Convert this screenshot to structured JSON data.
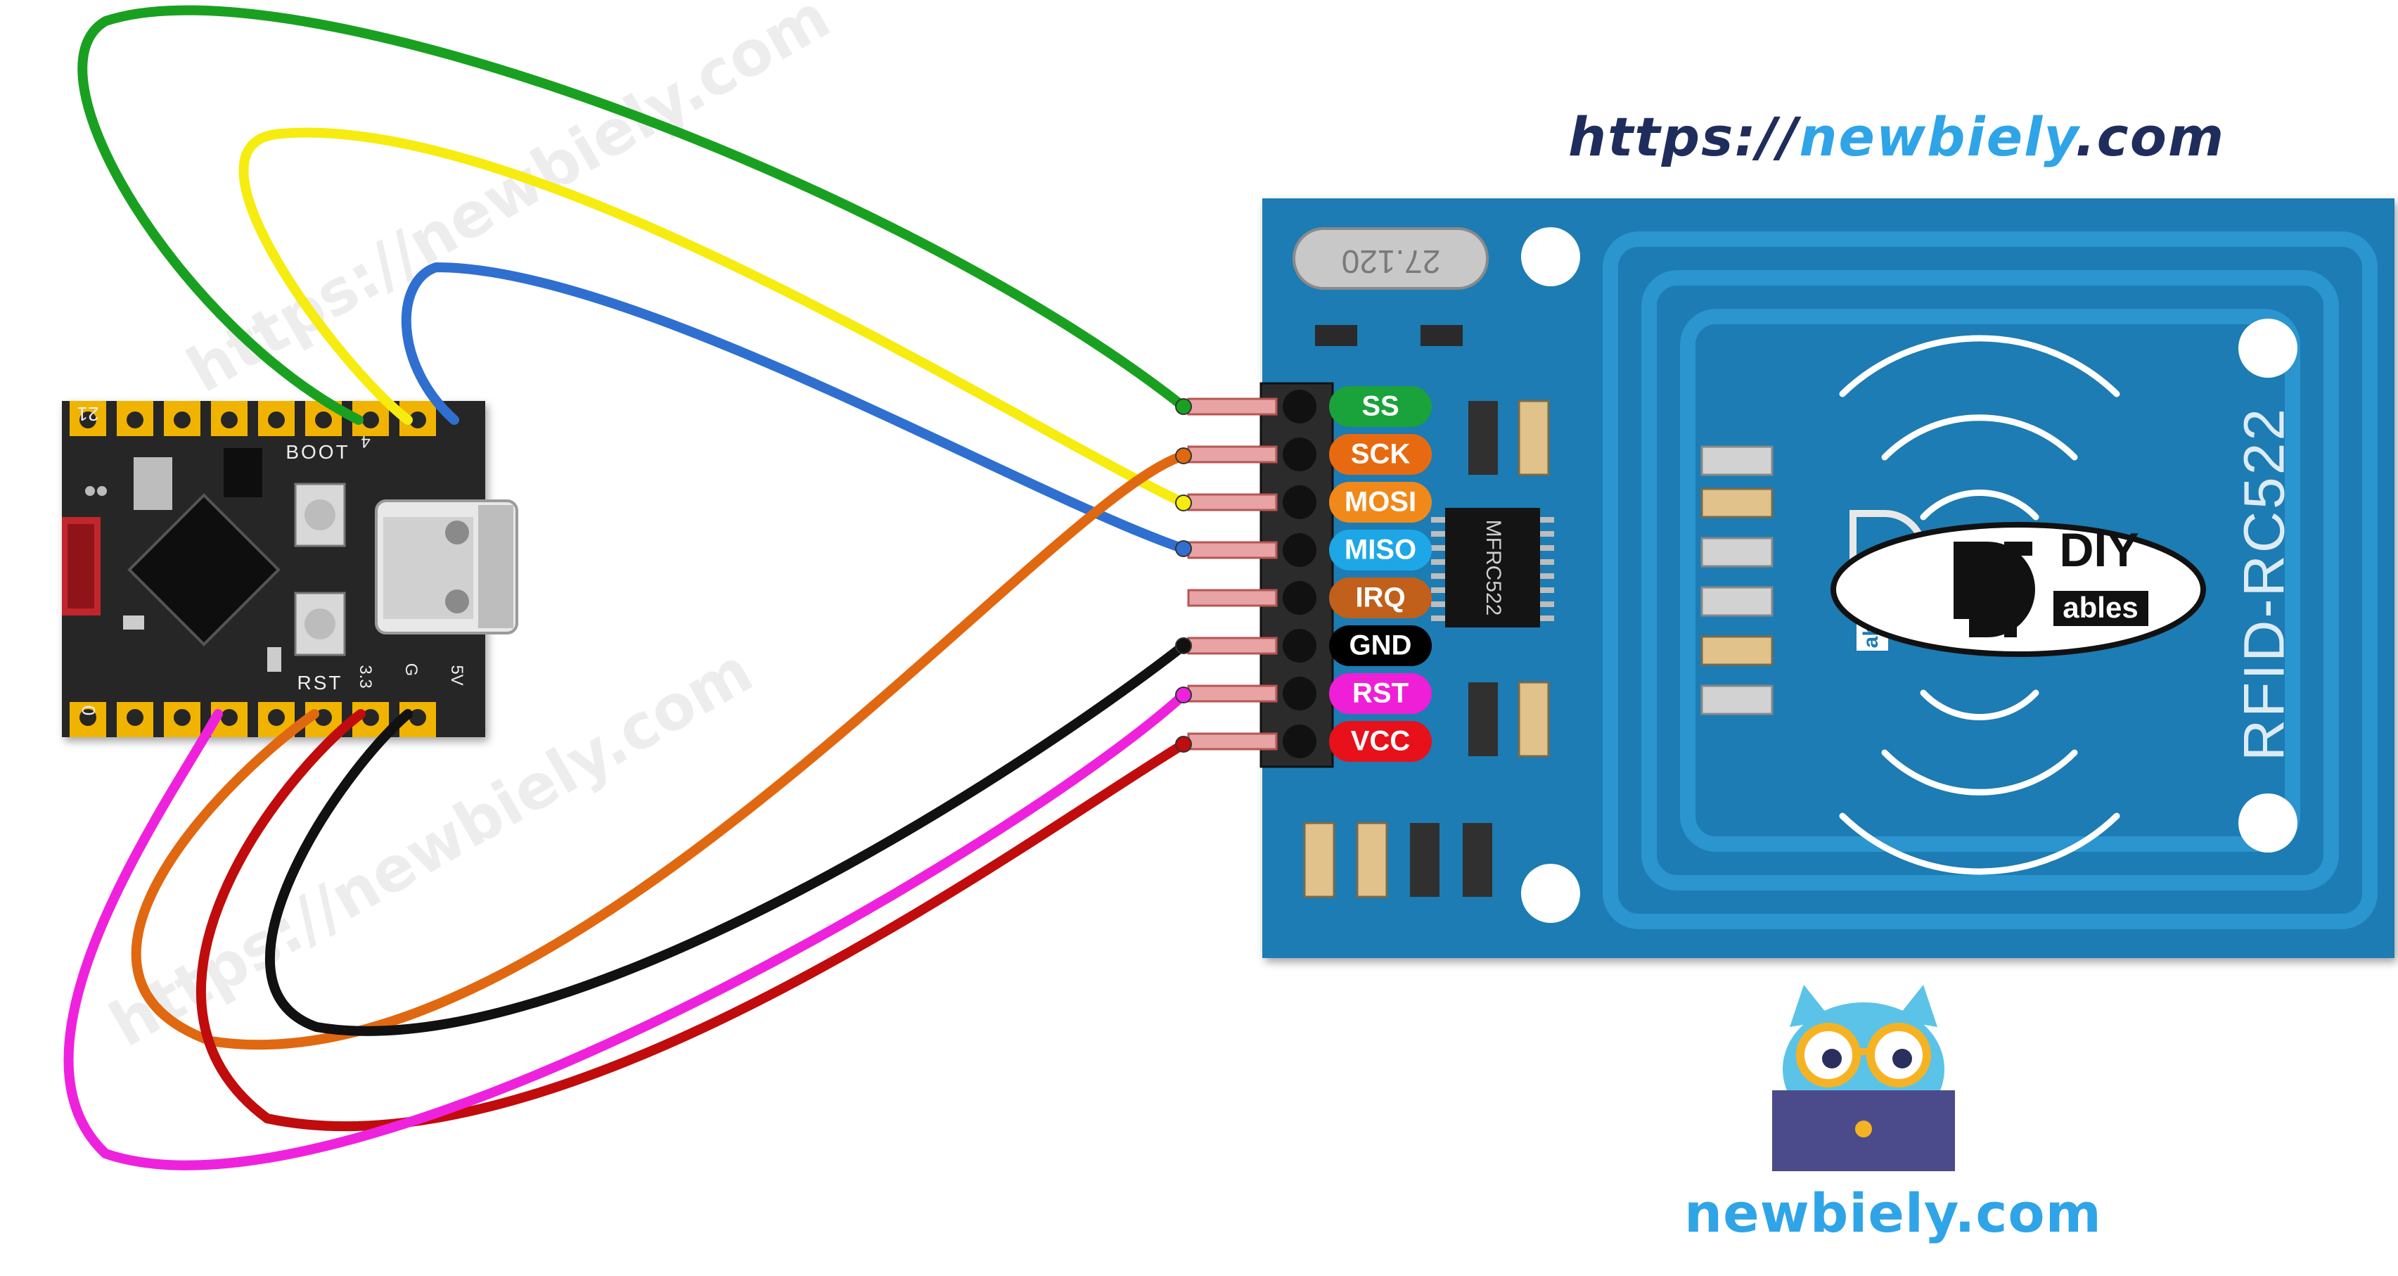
{
  "site_url": {
    "prefix": "https://",
    "name": "newbiely",
    "suffix": ".com"
  },
  "footer_url": "newbiely.com",
  "watermark": "https://newbiely.com",
  "board": {
    "labels": {
      "boot": "BOOT",
      "rst": "RST",
      "v33": "3.3",
      "gnd": "G",
      "v5": "5V",
      "pin21": "21",
      "pin0": "0",
      "pin4": "4"
    }
  },
  "rfid": {
    "module_name": "RFID-RC522",
    "chip_label": "MFRC522",
    "crystal_label": "27.120",
    "logo_line1": "DIY",
    "logo_line2": "ables",
    "pins": [
      {
        "label": "SS",
        "color": "#1aa33a"
      },
      {
        "label": "SCK",
        "color": "#e86a10"
      },
      {
        "label": "MOSI",
        "color": "#f0891a"
      },
      {
        "label": "MISO",
        "color": "#1ea7e6"
      },
      {
        "label": "IRQ",
        "color": "#c0601a"
      },
      {
        "label": "GND",
        "color": "#000000"
      },
      {
        "label": "RST",
        "color": "#ee1fd6"
      },
      {
        "label": "VCC",
        "color": "#e8101a"
      }
    ]
  },
  "wire_colors": {
    "ss": "#1aa020",
    "mosi": "#f6ec10",
    "miso": "#2f6fd0",
    "sck": "#e06810",
    "gnd": "#111111",
    "rst": "#ee22dd",
    "vcc": "#c00c0c"
  }
}
